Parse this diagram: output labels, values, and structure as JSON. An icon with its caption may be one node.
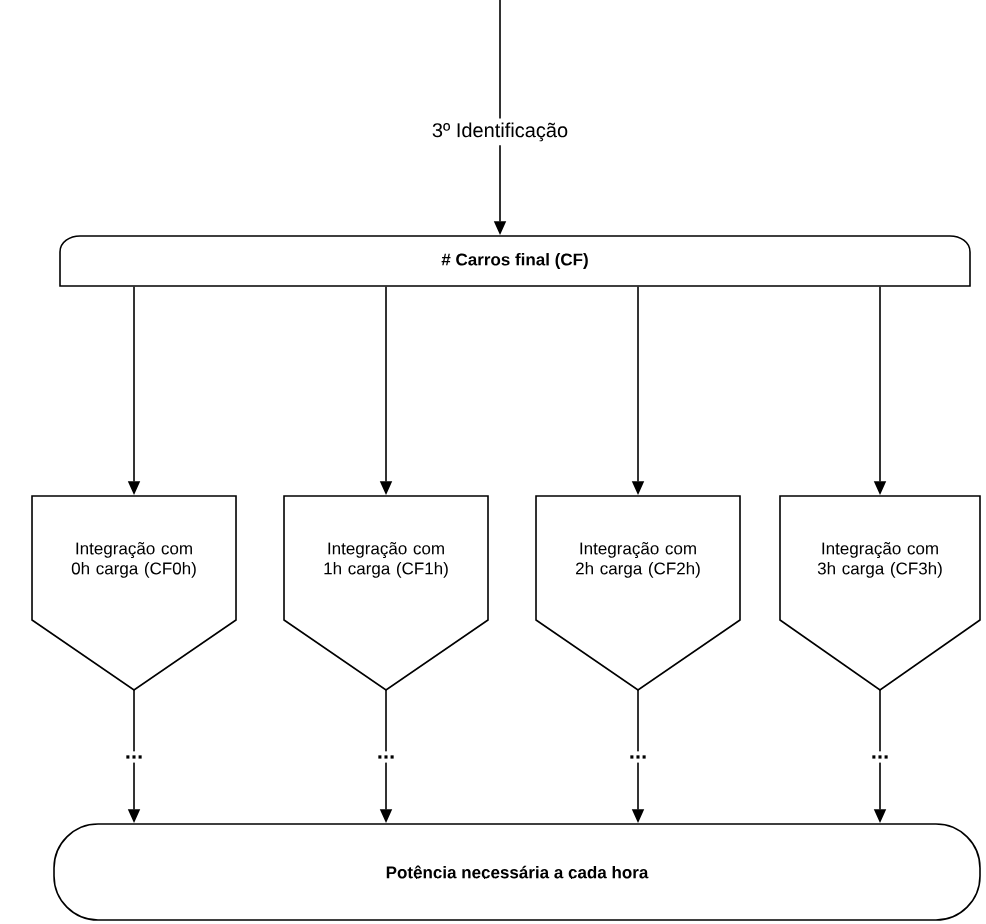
{
  "diagram": {
    "nodes": [
      {
        "text": [
          "# Carros final (CF)"
        ]
      },
      {
        "text": [
          "Integração com 0h carga (CF0h)"
        ]
      },
      {
        "text": [
          "Integração com 1h carga (CF1h)"
        ]
      },
      {
        "text": [
          "Integração com 2h carga (CF2h)"
        ]
      },
      {
        "text": [
          "Integração com 3h carga (CF3h)"
        ]
      },
      {
        "text": [
          "Potência necessária a cada hora"
        ]
      }
    ],
    "edges": [
      {
        "from": null,
        "to": 0,
        "arrow": "to",
        "label": "3º Identificação"
      },
      {
        "from": 0,
        "to": 1,
        "arrow": "to"
      },
      {
        "from": 0,
        "to": 2,
        "arrow": "to"
      },
      {
        "from": 0,
        "to": 3,
        "arrow": "to"
      },
      {
        "from": 0,
        "to": 4,
        "arrow": "to"
      },
      {
        "from": 1,
        "to": 5,
        "arrow": "to",
        "label": "..."
      },
      {
        "from": 2,
        "to": 5,
        "arrow": "to",
        "label": "..."
      },
      {
        "from": 3,
        "to": 5,
        "arrow": "to",
        "label": "..."
      },
      {
        "from": 4,
        "to": 5,
        "arrow": "to",
        "label": "..."
      }
    ]
  }
}
